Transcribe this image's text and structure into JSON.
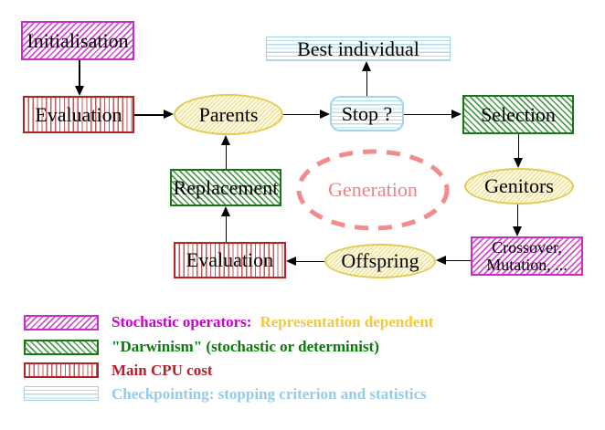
{
  "nodes": {
    "initialisation": "Initialisation",
    "evaluation_top": "Evaluation",
    "parents": "Parents",
    "stop": "Stop ?",
    "best_individual": "Best individual",
    "selection": "Selection",
    "genitors": "Genitors",
    "crossover_line1": "Crossover,",
    "crossover_line2": "Mutation, ...",
    "offspring": "Offspring",
    "evaluation_bottom": "Evaluation",
    "replacement": "Replacement",
    "generation": "Generation"
  },
  "legend": {
    "items": [
      {
        "swatch": "magenta-diagonal-hatch",
        "label": "Stochastic operators:",
        "label2": "Representation dependent"
      },
      {
        "swatch": "green-diagonal-hatch",
        "label": "\"Darwinism\" (stochastic or determinist)"
      },
      {
        "swatch": "red-vertical-stripes",
        "label": "Main CPU cost"
      },
      {
        "swatch": "blue-horizontal-stripes",
        "label": "Checkpointing: stopping criterion and statistics"
      }
    ]
  },
  "colors": {
    "magenta": "#cc2bcc",
    "green": "#157815",
    "red": "#b22424",
    "light_blue": "#a5d2e6",
    "gold_border": "#e2cb52",
    "salmon": "#ee8282",
    "legend_yellow_text": "#f1c93a",
    "legend_blue_text": "#96cbe8",
    "legend_red_text": "#b5202d",
    "arrow_black": "#000000"
  }
}
